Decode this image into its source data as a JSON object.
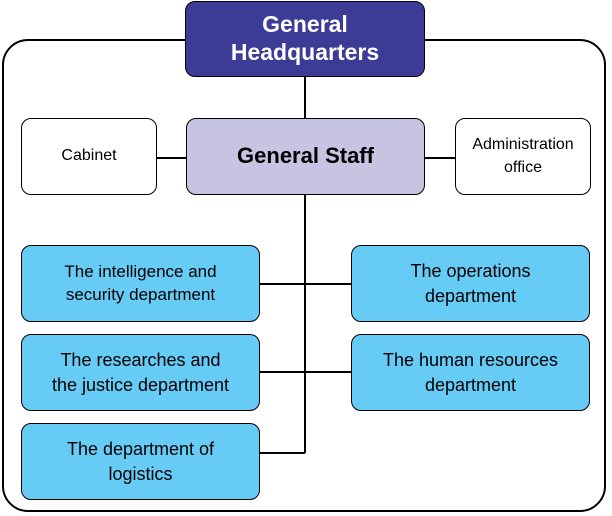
{
  "chart_title": "",
  "nodes": {
    "headquarters": "General\nHeadquarters",
    "general_staff": "General Staff",
    "cabinet": "Cabinet",
    "administration_office": "Administration\noffice",
    "intelligence_security": "The intelligence and\nsecurity department",
    "operations": "The operations\ndepartment",
    "researches_justice": "The researches and\nthe justice department",
    "human_resources": "The human resources\ndepartment",
    "logistics": "The department of\nlogistics"
  },
  "colors": {
    "headquarters_fill": "#3c3c96",
    "general_staff_fill": "#c6c4e0",
    "department_fill": "#66ccf5",
    "side_office_fill": "#ffffff",
    "line": "#000000"
  }
}
